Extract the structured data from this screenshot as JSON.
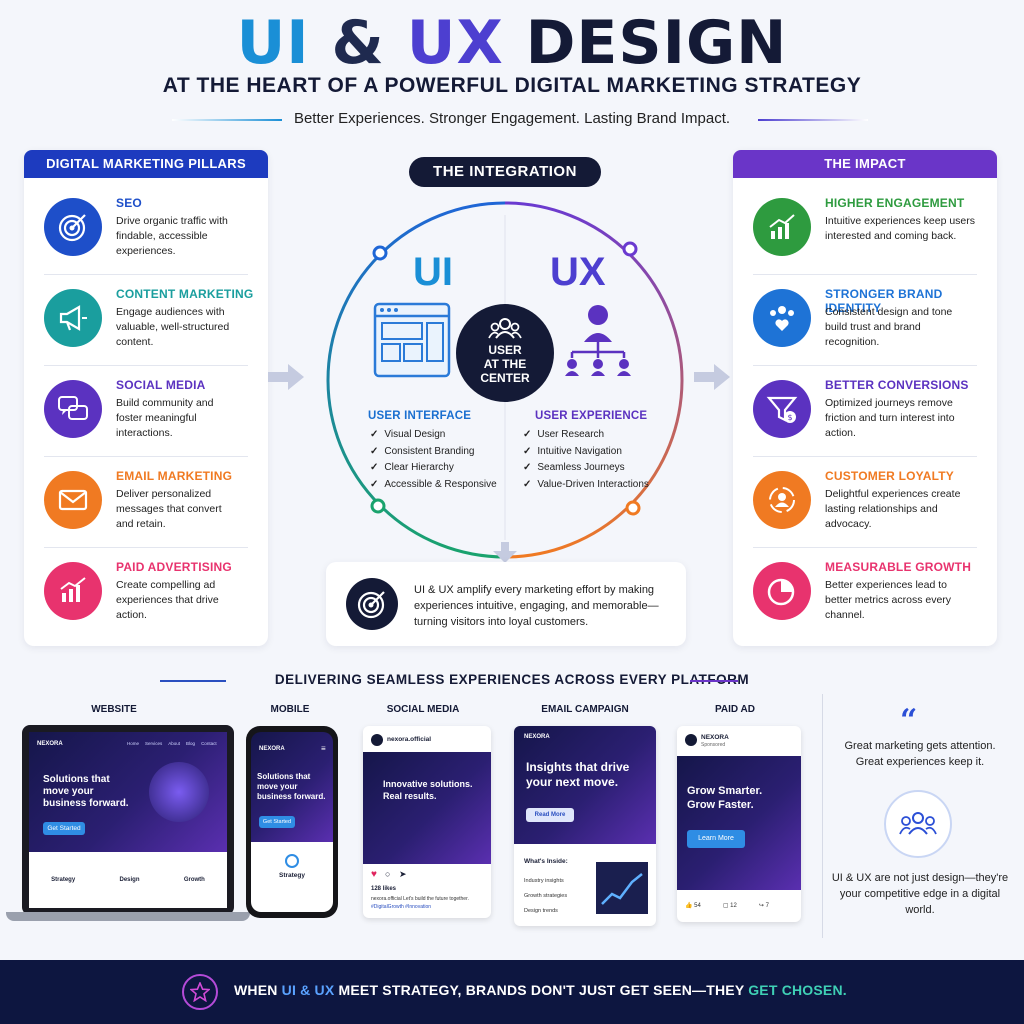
{
  "header": {
    "title_ui": "UI",
    "title_amp": "&",
    "title_ux": "UX",
    "title_design": "DESIGN",
    "subtitle": "AT THE HEART OF A POWERFUL DIGITAL MARKETING STRATEGY",
    "tagline": "Better Experiences. Stronger Engagement. Lasting Brand Impact."
  },
  "pillars": {
    "heading": "DIGITAL MARKETING PILLARS",
    "items": [
      {
        "title": "SEO",
        "desc": "Drive organic traffic with findable, accessible experiences.",
        "color": "#1e4fc9",
        "icon": "target-icon"
      },
      {
        "title": "CONTENT MARKETING",
        "desc": "Engage audiences with valuable, well-structured content.",
        "color": "#1a9e9e",
        "icon": "megaphone-icon"
      },
      {
        "title": "SOCIAL MEDIA",
        "desc": "Build community and foster meaningful interactions.",
        "color": "#5b32c0",
        "icon": "chat-icon"
      },
      {
        "title": "EMAIL MARKETING",
        "desc": "Deliver personalized messages that convert and retain.",
        "color": "#f07a22",
        "icon": "envelope-icon"
      },
      {
        "title": "PAID ADVERTISING",
        "desc": "Create compelling ad experiences that drive action.",
        "color": "#e8336e",
        "icon": "chart-icon"
      }
    ]
  },
  "integration": {
    "pill": "THE INTEGRATION",
    "ui": "UI",
    "ux": "UX",
    "center_lines": [
      "USER",
      "AT THE",
      "CENTER"
    ],
    "ui_title": "USER INTERFACE",
    "ux_title": "USER EXPERIENCE",
    "ui_items": [
      "Visual Design",
      "Consistent Branding",
      "Clear Hierarchy",
      "Accessible & Responsive"
    ],
    "ux_items": [
      "User Research",
      "Intuitive Navigation",
      "Seamless Journeys",
      "Value-Driven Interactions"
    ],
    "statement": "UI & UX amplify every marketing effort by making experiences intuitive, engaging, and memorable—turning visitors into loyal customers."
  },
  "impact": {
    "heading": "THE IMPACT",
    "items": [
      {
        "title": "HIGHER ENGAGEMENT",
        "desc": "Intuitive experiences keep users interested and coming back.",
        "color": "#2e9b3f",
        "icon": "growth-chart-icon"
      },
      {
        "title": "STRONGER BRAND IDENTITY",
        "desc": "Consistent design and tone build trust and brand recognition.",
        "color": "#1e73d6",
        "icon": "people-heart-icon"
      },
      {
        "title": "BETTER CONVERSIONS",
        "desc": "Optimized journeys remove friction and turn interest into action.",
        "color": "#5b32c0",
        "icon": "funnel-icon"
      },
      {
        "title": "CUSTOMER LOYALTY",
        "desc": "Delightful experiences create lasting relationships and advocacy.",
        "color": "#f07a22",
        "icon": "loyalty-icon"
      },
      {
        "title": "MEASURABLE GROWTH",
        "desc": "Better experiences lead to better metrics across every channel.",
        "color": "#e8336e",
        "icon": "pie-chart-icon"
      }
    ]
  },
  "platforms": {
    "heading": "DELIVERING SEAMLESS EXPERIENCES ACROSS EVERY PLATFORM",
    "labels": [
      "WEBSITE",
      "MOBILE",
      "SOCIAL MEDIA",
      "EMAIL CAMPAIGN",
      "PAID AD"
    ],
    "brand": "NEXORA",
    "website": {
      "nav": [
        "Home",
        "Services",
        "About",
        "Blog",
        "Contact"
      ],
      "headline": "Solutions that move your business forward.",
      "cta": "Get Started",
      "features": [
        "Strategy",
        "Design",
        "Growth"
      ]
    },
    "mobile": {
      "headline": "Solutions that move your business forward.",
      "cta": "Get Started",
      "feature": "Strategy"
    },
    "social": {
      "handle": "nexora.official",
      "headline": "Innovative solutions. Real results.",
      "likes": "128 likes",
      "caption": "nexora.official Let's build the future together.",
      "hashtags": "#DigitalGrowth #Innovation"
    },
    "email": {
      "headline": "Insights that drive your next move.",
      "cta": "Read More",
      "inside_title": "What's Inside:",
      "inside": [
        "Industry insights",
        "Growth strategies",
        "Design trends"
      ]
    },
    "ad": {
      "sponsored": "Sponsored",
      "headline": "Grow Smarter. Grow Faster.",
      "cta": "Learn More",
      "likes": "54",
      "comments": "12",
      "shares": "7"
    }
  },
  "quote": {
    "text": "Great marketing gets attention. Great experiences keep it.",
    "closing": "UI & UX are not just design—they're your competitive edge in a digital world."
  },
  "footer": {
    "part1": "WHEN ",
    "ui_ux": "UI & UX",
    "part2": " MEET STRATEGY, BRANDS DON'T JUST GET SEEN—THEY ",
    "chosen": "GET CHOSEN."
  }
}
